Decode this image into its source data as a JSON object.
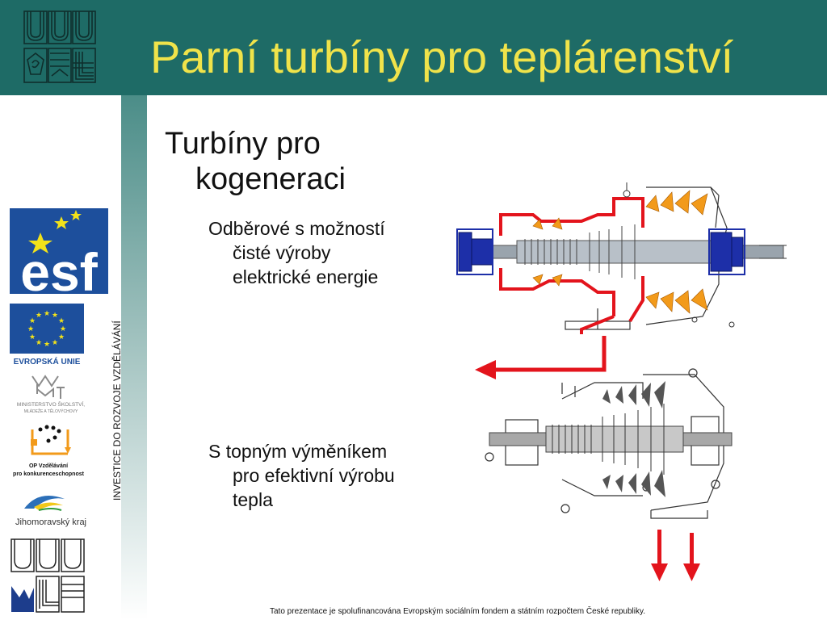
{
  "header": {
    "title": "Parní turbíny pro teplárenství"
  },
  "heading": {
    "line1": "Turbíny pro",
    "line2": "kogeneraci"
  },
  "bullets": [
    {
      "line1": "Odběrové s možností",
      "line2": "čisté výroby",
      "line3": "elektrické energie"
    },
    {
      "line1": "S topným výměníkem",
      "line2": "pro efektivní výrobu",
      "line3": "tepla"
    }
  ],
  "sidebar": {
    "vertical_text": "INVESTICE DO ROZVOJE VZDĚLÁVÁNÍ",
    "logos": {
      "esf": "esf",
      "eu": "EVROPSKÁ UNIE",
      "msmt_line1": "MINISTERSTVO ŠKOLSTVÍ,",
      "msmt_line2": "MLÁDEŽE A TĚLOVÝCHOVY",
      "op_line1": "OP Vzdělávání",
      "op_line2": "pro konkurenceschopnost",
      "jmk": "Jihomoravský kraj"
    }
  },
  "footer": {
    "text": "Tato prezentace je spolufinancována Evropským sociálním fondem a státním rozpočtem České republiky."
  },
  "colors": {
    "header_bg": "#1e6b66",
    "title": "#f0e34a",
    "arrow": "#e3141c",
    "esf_blue": "#1d4f9c",
    "star": "#f2e21a"
  }
}
